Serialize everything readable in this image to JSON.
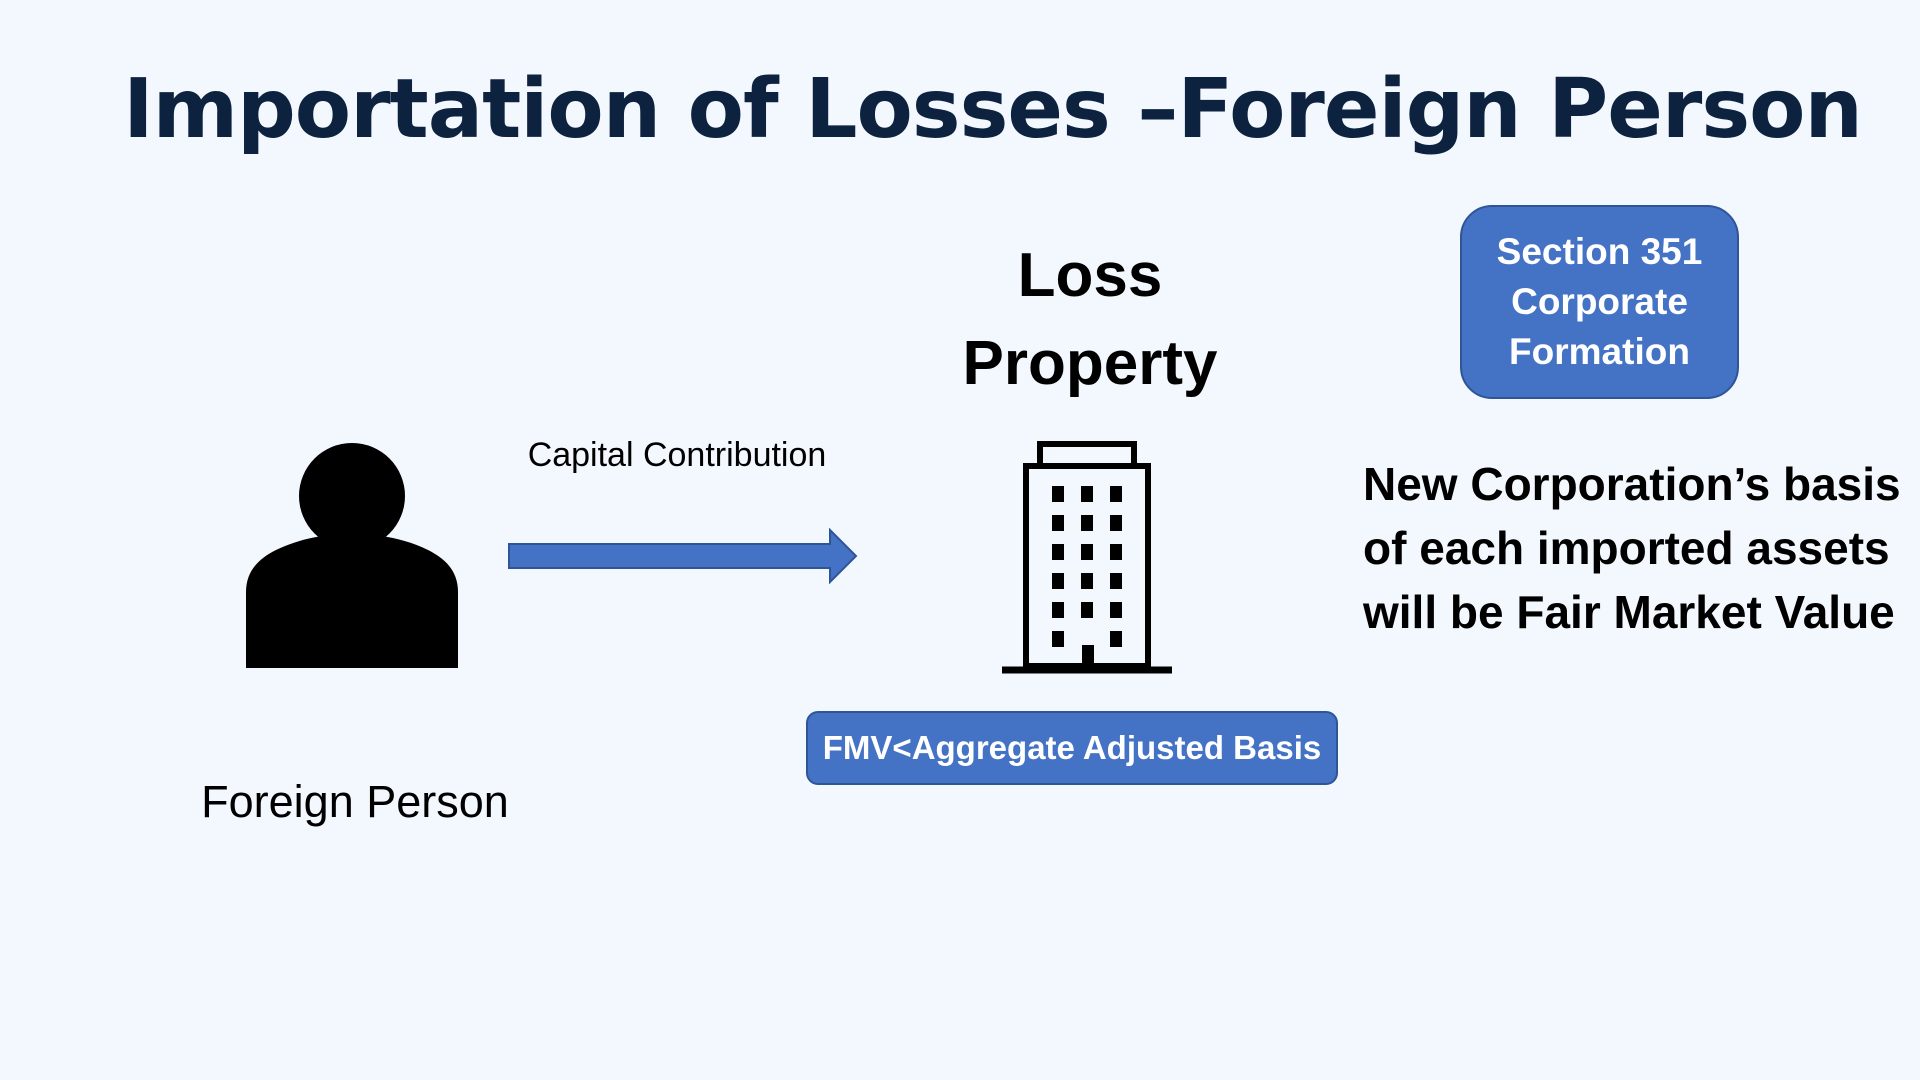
{
  "title": "Importation of Losses –Foreign Person",
  "person": {
    "icon": "person-icon",
    "label": "Foreign Person"
  },
  "arrow": {
    "label": "Capital Contribution",
    "color": "#4472c4"
  },
  "property": {
    "title": "Loss Property",
    "icon": "office-building-icon",
    "condition": "FMV<Aggregate Adjusted Basis"
  },
  "section_box": {
    "label": "Section 351 Corporate Formation"
  },
  "basis_note": "New Corporation’s basis of each imported assets will be Fair Market Value",
  "colors": {
    "background": "#f3f8fe",
    "title": "#0d223f",
    "box_fill": "#4472c4",
    "box_border": "#2f5597"
  }
}
